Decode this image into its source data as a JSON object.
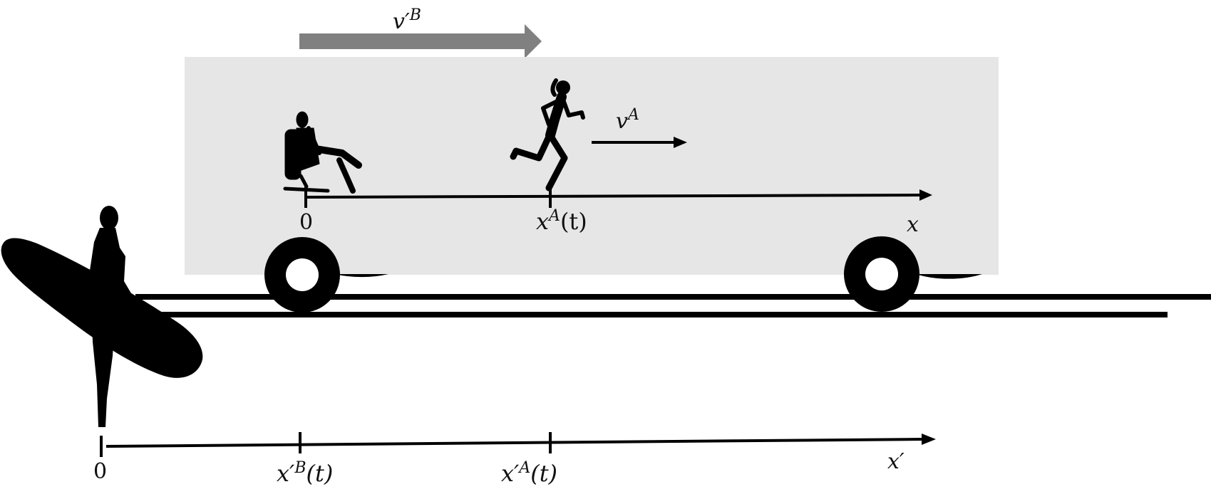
{
  "velocity_labels": {
    "train_base": "v",
    "train_prime": "′",
    "train_sup": "B",
    "runner_base": "v",
    "runner_sup": "A"
  },
  "train_frame": {
    "origin": "0",
    "pos_base": "x",
    "pos_sup": "A",
    "pos_arg": "(t)",
    "axis": "x"
  },
  "ground_frame": {
    "origin": "0",
    "xb_base": "x",
    "xb_prime": "′",
    "xb_sup": "B",
    "xb_arg": "(t)",
    "xa_base": "x",
    "xa_prime": "′",
    "xa_sup": "A",
    "xa_arg": "(t)",
    "axis_base": "x",
    "axis_prime": "′"
  },
  "colors": {
    "train_body": "#e6e6e6",
    "velocity_arrow_big": "#808080",
    "ink": "#000000"
  }
}
